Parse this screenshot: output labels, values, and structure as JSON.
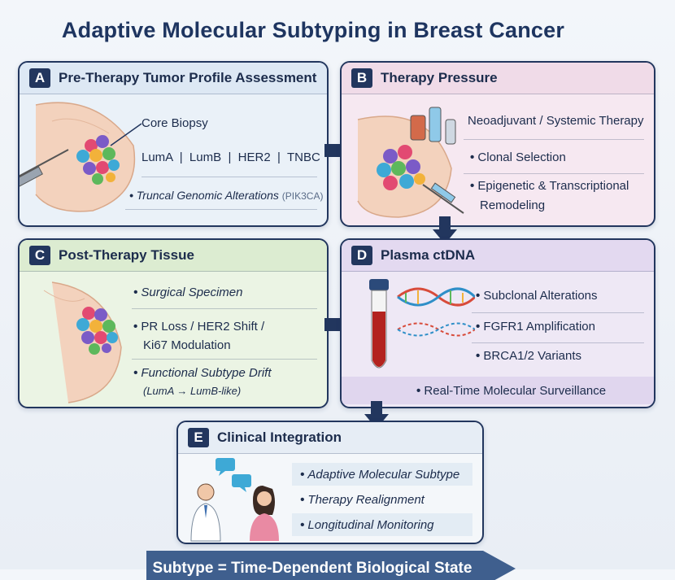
{
  "title": "Adaptive Molecular Subtyping in Breast Cancer",
  "panel_a": {
    "letter": "A",
    "title": "Pre-Therapy Tumor Profile Assessment",
    "biopsy_label": "Core Biopsy",
    "subtypes": "LumA  |  LumB  |  HER2  |  TNBC",
    "truncal_text": "Truncal Genomic Alterations",
    "truncal_gene": "(PIK3CA)"
  },
  "panel_b": {
    "letter": "B",
    "title": "Therapy Pressure",
    "therapy": "Neoadjuvant / Systemic Therapy",
    "item1": "Clonal Selection",
    "item2_line1": "Epigenetic & Transcriptional",
    "item2_line2": "Remodeling"
  },
  "panel_c": {
    "letter": "C",
    "title": "Post-Therapy Tissue",
    "item1": "Surgical Specimen",
    "item2_line1": "PR Loss / HER2 Shift /",
    "item2_line2": "Ki67 Modulation",
    "item3_line1": "Functional Subtype Drift",
    "item3_line2": "(LumA → LumB-like)"
  },
  "panel_d": {
    "letter": "D",
    "title": "Plasma ctDNA",
    "item1": "Subclonal Alterations",
    "item2": "FGFR1 Amplification",
    "item3": "BRCA1/2 Variants",
    "footer": "Real-Time Molecular Surveillance"
  },
  "panel_e": {
    "letter": "E",
    "title": "Clinical Integration",
    "item1": "Adaptive Molecular Subtype",
    "item2": "Therapy Realignment",
    "item3": "Longitudinal Monitoring"
  },
  "footer_banner": "Subtype = Time-Dependent Biological State",
  "colors": {
    "navy": "#22365e",
    "panel_a_bg": "#eaf1f8",
    "panel_b_bg": "#f6e8f1",
    "panel_c_bg": "#ebf4e4",
    "panel_d_bg": "#eee8f5",
    "panel_e_bg": "#f4f7fa",
    "banner": "#3f5f8e"
  },
  "icons": [
    "syringe-icon",
    "tumor-cluster-icon",
    "drug-vial-icon",
    "blood-tube-icon",
    "dna-helix-icon",
    "doctor-icon",
    "patient-icon",
    "speech-bubble-icon"
  ]
}
